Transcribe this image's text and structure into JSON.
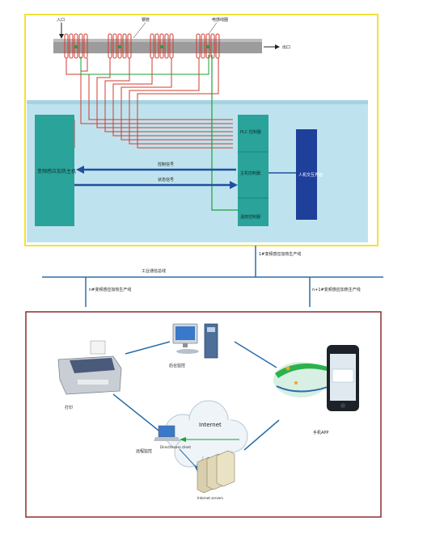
{
  "top_system": {
    "inlet_label": "入口",
    "outlet_label": "出口",
    "pipe_label": "钢管",
    "coil_label": "电感线圈",
    "power_unit_label": "变频感应加热主机",
    "control_signal_label": "控制信号",
    "status_signal_label": "状态信号",
    "side_cabinet": {
      "upper_label": "PLC 控制器",
      "middle_label": "主机控制器",
      "lower_label": "温度控制器"
    },
    "hmi_label": "人机交互界面",
    "bus_tap_label": "1#变频感应加热生产线"
  },
  "bus": {
    "label": "工业通信总线",
    "left_tap_label": "n#变频感应加热生产线",
    "right_tap_label": "n+1#变频感应加热生产线"
  },
  "monitoring": {
    "backend_label": "后台监控",
    "printer_label": "打印",
    "mobile_label": "手机APP",
    "remote_label": "远程监控",
    "internet_label": "Internet",
    "direct_access_label": "DirectAccess client",
    "servers_label": "Internet servers"
  },
  "colors": {
    "frame_yellow": "#f2e23a",
    "frame_brown": "#8b2d2d",
    "panel_light_blue": "#bfe3ee",
    "cabinet_teal": "#2aa39a",
    "hmi_navy": "#1e3f9a",
    "bus_blue": "#2a6ea8",
    "coil_red": "#d13b2e",
    "link_green": "#1f9e3a"
  }
}
